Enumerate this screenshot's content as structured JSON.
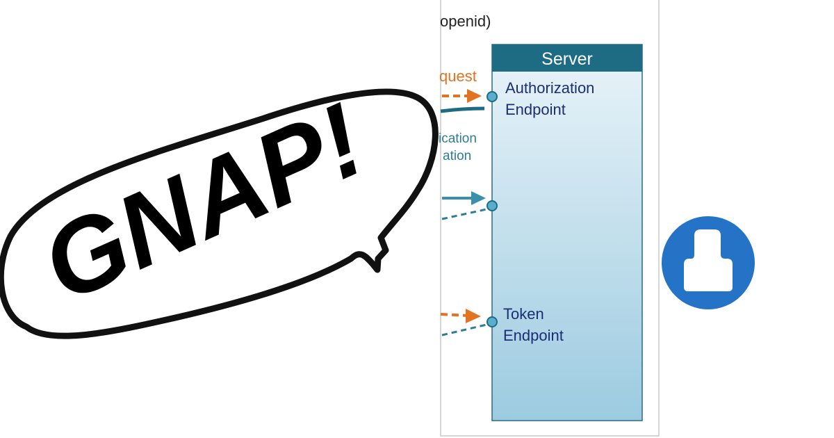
{
  "diagram": {
    "top_label": "openid)",
    "server": {
      "title": "Server",
      "endpoints": [
        {
          "line1": "Authorization",
          "line2": "Endpoint"
        },
        {
          "line1": "",
          "line2": ""
        },
        {
          "line1": "Token",
          "line2": "Endpoint"
        }
      ]
    },
    "edge_labels": {
      "request": "quest",
      "auth_line1": "ication",
      "auth_line2": "ation"
    },
    "colors": {
      "server_header": "#1e6b84",
      "server_fill_top": "#eaf4f9",
      "server_fill_bottom": "#9ccbe0",
      "endpoint_text": "#1b2d74",
      "request_orange": "#e27322",
      "auth_teal": "#2e7c95",
      "node_fill": "#5aaecd"
    }
  },
  "logo": {
    "text": "GNAP!"
  },
  "user_icon": {
    "icon": "user-icon",
    "color": "#2473c6"
  }
}
